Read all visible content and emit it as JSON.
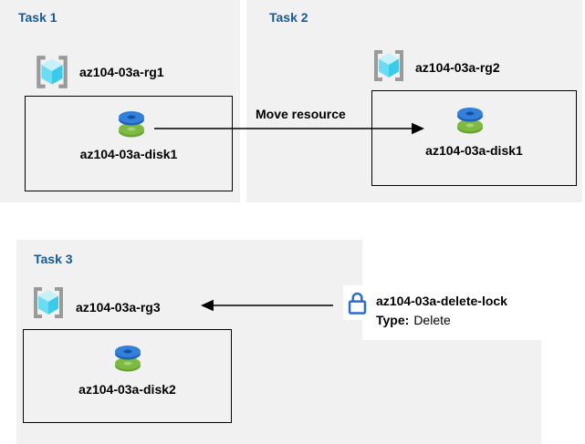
{
  "tasks": {
    "task1": {
      "title": "Task 1",
      "resource_group": "az104-03a-rg1",
      "disk": "az104-03a-disk1"
    },
    "task2": {
      "title": "Task 2",
      "resource_group": "az104-03a-rg2",
      "disk": "az104-03a-disk1"
    },
    "task3": {
      "title": "Task 3",
      "resource_group": "az104-03a-rg3",
      "disk": "az104-03a-disk2"
    }
  },
  "arrows": {
    "move_label": "Move resource"
  },
  "lock": {
    "name": "az104-03a-delete-lock",
    "type_label": "Type:",
    "type_value": "Delete"
  },
  "colors": {
    "panel_bg": "#F1F1F1",
    "title_blue": "#15599B",
    "text": "#000000",
    "lock_blue": "#2B6BD3",
    "disk_blue": "#3380DB",
    "disk_blue_dark": "#1E62B8",
    "disk_blue_hole": "#15539F",
    "disk_green": "#7CBA42",
    "disk_green_dark": "#69A433",
    "disk_green_hole": "#A6D36F",
    "rg_bracket": "#9A9A9A",
    "rg_cube_top": "#C7F1FA",
    "rg_cube_left": "#6ADCF4",
    "rg_cube_right": "#38CCEC"
  }
}
